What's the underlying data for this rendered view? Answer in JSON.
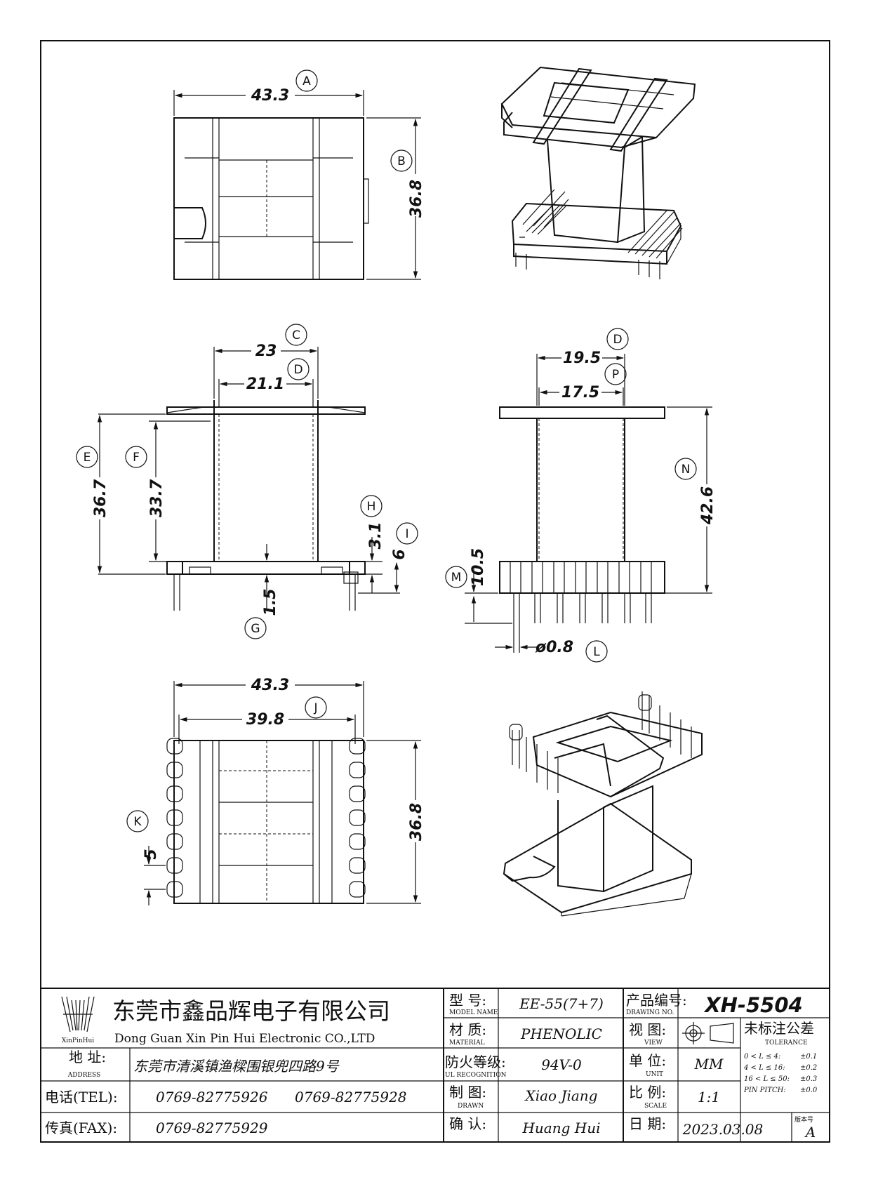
{
  "drawing": {
    "dimensions": {
      "A": "43.3",
      "B": "36.8",
      "C": "23",
      "D": "21.1",
      "E": "36.7",
      "F": "33.7",
      "G": "1.5",
      "H": "3.1",
      "I": "6",
      "D2": "19.5",
      "P": "17.5",
      "N": "42.6",
      "M": "10.5",
      "L": "ø0.8",
      "A2": "43.3",
      "J": "39.8",
      "B2": "36.8",
      "K": "5"
    },
    "bubbles": {
      "A": "A",
      "B": "B",
      "C": "C",
      "D": "D",
      "E": "E",
      "F": "F",
      "G": "G",
      "H": "H",
      "I": "I",
      "D2": "D",
      "P": "P",
      "N": "N",
      "M": "M",
      "L": "L",
      "J": "J",
      "K": "K"
    }
  },
  "title_block": {
    "logo_text": "XinPinHui",
    "company_cn": "东莞市鑫品辉电子有限公司",
    "company_en": "Dong Guan Xin Pin Hui Electronic CO.,LTD",
    "address_label_cn": "地  址:",
    "address_label_en": "ADDRESS",
    "address_value": "东莞市清溪镇渔樑围银兜四路9号",
    "tel_label": "电话(TEL):",
    "tel_value_1": "0769-82775926",
    "tel_value_2": "0769-82775928",
    "fax_label": "传真(FAX):",
    "fax_value": "0769-82775929",
    "model_label_cn": "型  号:",
    "model_label_en": "MODEL NAME",
    "model_value": "EE-55(7+7)",
    "material_label_cn": "材  质:",
    "material_label_en": "MATERIAL",
    "material_value": "PHENOLIC",
    "ul_label_cn": "防火等级:",
    "ul_label_en": "UL RECOGNITION",
    "ul_value": "94V-0",
    "drawn_label_cn": "制  图:",
    "drawn_label_en": "DRAWN",
    "drawn_value": "Xiao Jiang",
    "confirm_label_cn": "确  认:",
    "confirm_value": "Huang Hui",
    "drawing_no_label_cn": "产品编号:",
    "drawing_no_label_en": "DRAWING NO.",
    "drawing_no_value": "XH-5504",
    "view_label_cn": "视  图:",
    "view_label_en": "VIEW",
    "unit_label_cn": "单  位:",
    "unit_label_en": "UNIT",
    "unit_value": "MM",
    "scale_label_cn": "比  例:",
    "scale_label_en": "SCALE",
    "scale_value": "1:1",
    "date_label_cn": "日  期:",
    "date_value": "2023.03.08",
    "tolerance_label_cn": "未标注公差",
    "tolerance_label_en": "TOLERANCE",
    "tol_rows": [
      {
        "range": "0 < L ≤ 4:",
        "value": "±0.1"
      },
      {
        "range": "4 < L ≤ 16:",
        "value": "±0.2"
      },
      {
        "range": "16 < L ≤ 50:",
        "value": "±0.3"
      },
      {
        "range": "PIN PITCH:",
        "value": "±0.0"
      }
    ],
    "version_label": "版本号",
    "version_value": "A"
  }
}
